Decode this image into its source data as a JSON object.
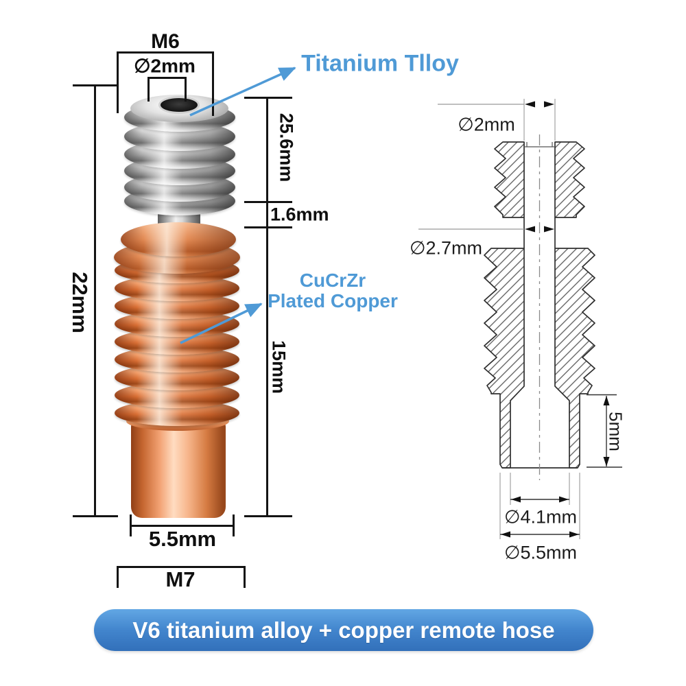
{
  "photo": {
    "labels": {
      "m6": "M6",
      "bore": "∅2mm",
      "len_titanium": "25.6mm",
      "neck": "1.6mm",
      "total_length": "22mm",
      "len_copper": "15mm",
      "cylinder_width": "5.5mm",
      "m7": "M7"
    },
    "callouts": {
      "titanium": "Titanium Tlloy",
      "copper_line1": "CuCrZr",
      "copper_line2": "Plated Copper"
    }
  },
  "drawing": {
    "labels": {
      "bore_top": "∅2mm",
      "bore_mid": "∅2.7mm",
      "cylinder_height": "5mm",
      "bore_bottom": "∅4.1mm",
      "cylinder_outer": "∅5.5mm"
    }
  },
  "banner": {
    "text": "V6 titanium alloy + copper remote hose"
  },
  "colors": {
    "callout_blue": "#4f9ad6",
    "banner_top": "#62a7e4",
    "banner_bottom": "#3270ba",
    "dimension_line": "#111111",
    "copper_mid": "#d96f35",
    "titanium_mid": "#a8a8a8"
  }
}
